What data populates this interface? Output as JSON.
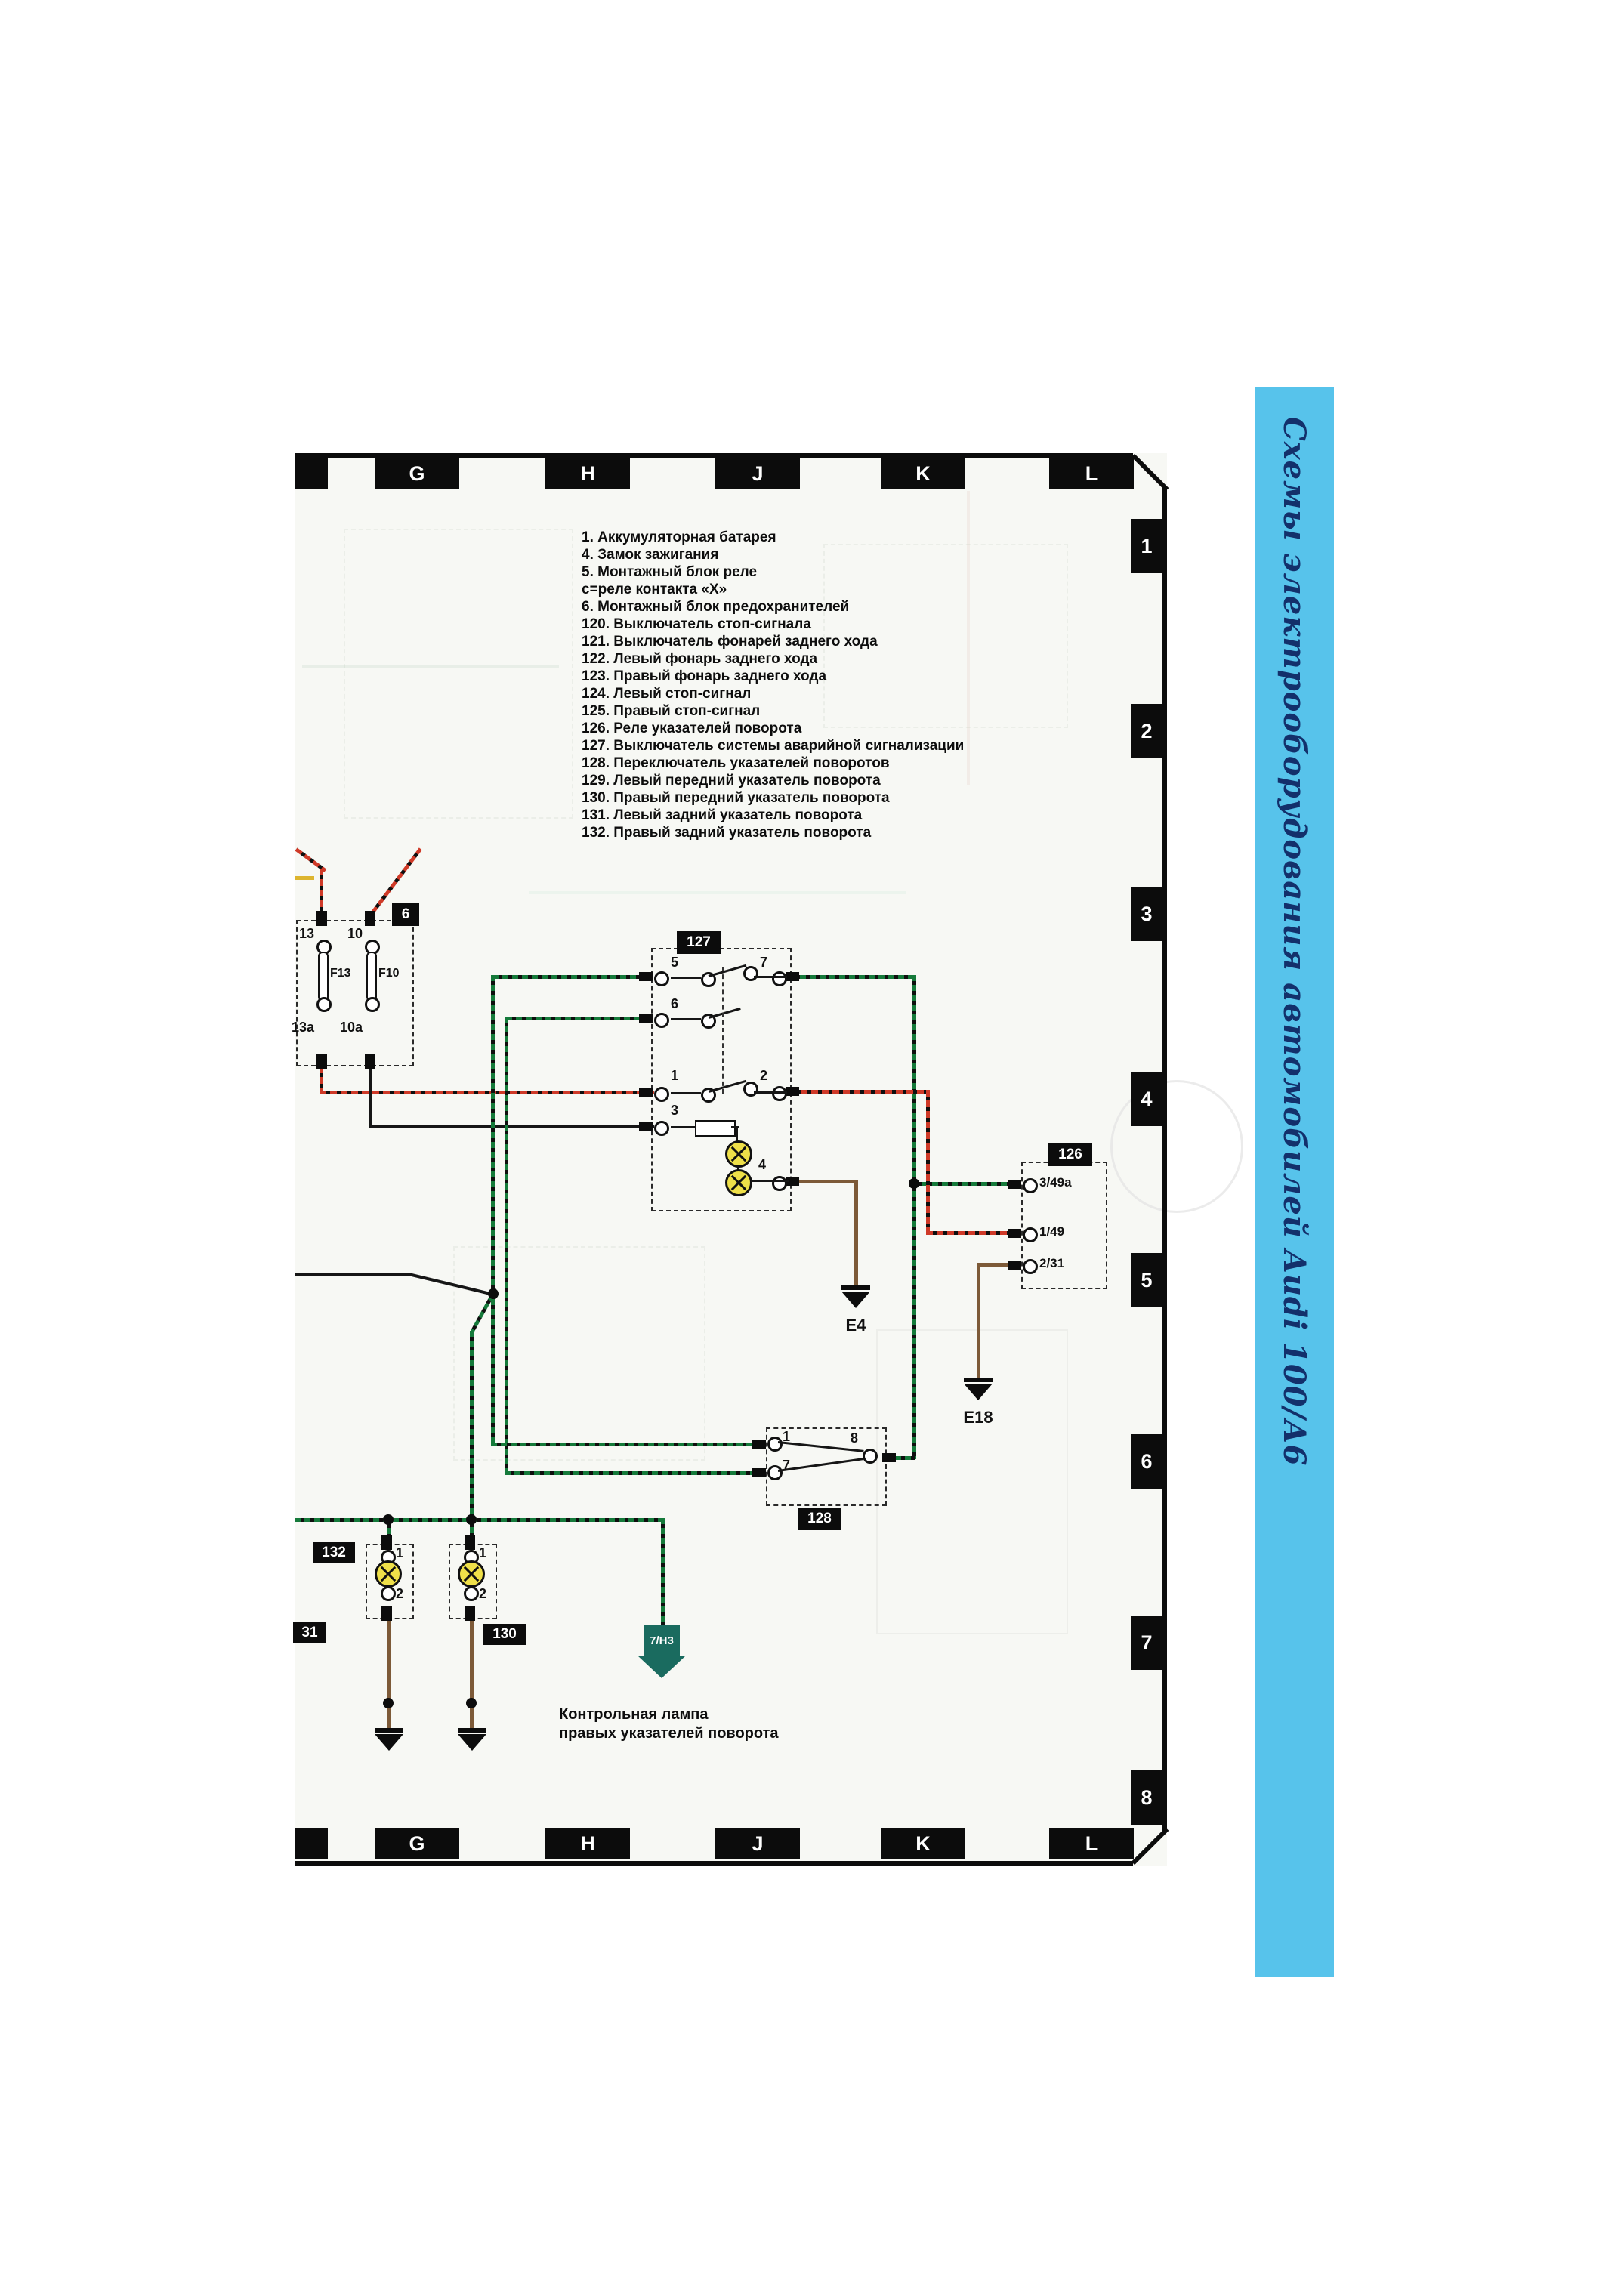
{
  "colors": {
    "sidebar_blue": "#57c3eb",
    "lamp_yellow": "#efe049",
    "wire_green": "#157a3a",
    "wire_red": "#cf3a28",
    "wire_brown": "#7d5a38",
    "arrow_teal": "#1a6b5f"
  },
  "sidebar": {
    "title": "Схемы электрооборудования автомобилей Audi 100/А6"
  },
  "rulers": {
    "cols": [
      "G",
      "H",
      "J",
      "K",
      "L"
    ],
    "rows": [
      "1",
      "2",
      "3",
      "4",
      "5",
      "6",
      "7",
      "8"
    ]
  },
  "legend": {
    "items": [
      "1. Аккумуляторная батарея",
      "4. Замок зажигания",
      "5. Монтажный блок реле",
      "с=реле контакта «Х»",
      "6. Монтажный блок предохранителей",
      "120. Выключатель стоп-сигнала",
      "121. Выключатель фонарей заднего хода",
      "122. Левый фонарь заднего хода",
      "123. Правый фонарь заднего хода",
      "124. Левый стоп-сигнал",
      "125. Правый стоп-сигнал",
      "126. Реле указателей поворота",
      "127. Выключатель системы аварийной сигнализации",
      "128. Переключатель указателей поворотов",
      "129. Левый передний указатель поворота",
      "130. Правый передний указатель поворота",
      "131. Левый задний указатель поворота",
      "132. Правый задний указатель поворота"
    ]
  },
  "fusebox": {
    "label": "6",
    "f1_top": "13",
    "f2_top": "10",
    "f1_name": "F13",
    "f2_name": "F10",
    "f1_bot": "13a",
    "f2_bot": "10a"
  },
  "hazard": {
    "label": "127",
    "t5": "5",
    "t7": "7",
    "t6": "6",
    "t1": "1",
    "t2": "2",
    "t3": "3",
    "t4": "4"
  },
  "flasher": {
    "label": "126",
    "t49a": "3/49a",
    "t49": "1/49",
    "t31": "2/31"
  },
  "turnswitch": {
    "label": "128",
    "t1": "1",
    "t7": "7",
    "t8": "8"
  },
  "ind132": {
    "label": "132",
    "t1": "1",
    "t2": "2"
  },
  "ind130": {
    "label": "130",
    "t1": "1",
    "t2": "2"
  },
  "partial": {
    "label": "31"
  },
  "grounds": {
    "e4": "E4",
    "e18": "E18"
  },
  "arrow": {
    "label": "7/Н3"
  },
  "caption": {
    "line1": "Контрольная лампа",
    "line2": "правых указателей поворота"
  }
}
